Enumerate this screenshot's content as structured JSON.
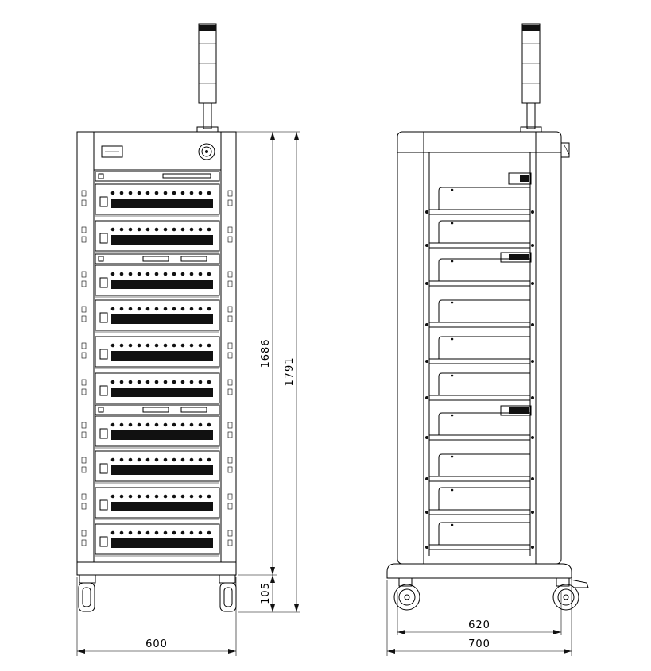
{
  "drawing": {
    "type": "technical-elevation-drawing",
    "views": [
      "front",
      "side"
    ]
  },
  "front_view": {
    "module_count": 10,
    "dimensions": {
      "width": "600",
      "frame_height": "1686",
      "total_height": "1791",
      "base_height": "105"
    }
  },
  "side_view": {
    "shelf_count": 10,
    "dimensions": {
      "inner_width": "620",
      "outer_width": "700"
    }
  },
  "colors": {
    "line": "#000000",
    "background": "#ffffff"
  }
}
